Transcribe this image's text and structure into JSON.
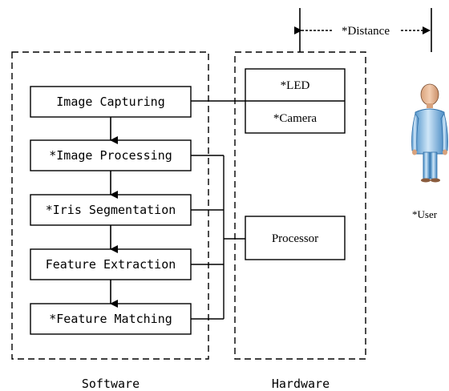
{
  "software": {
    "title": "Software",
    "steps": [
      "Image Capturing",
      "*Image Processing",
      "*Iris Segmentation",
      "Feature Extraction",
      "*Feature Matching"
    ]
  },
  "hardware": {
    "title": "Hardware",
    "led": "*LED",
    "camera": "*Camera",
    "processor": "Processor"
  },
  "distance_label": "*Distance",
  "user_label": "*User"
}
